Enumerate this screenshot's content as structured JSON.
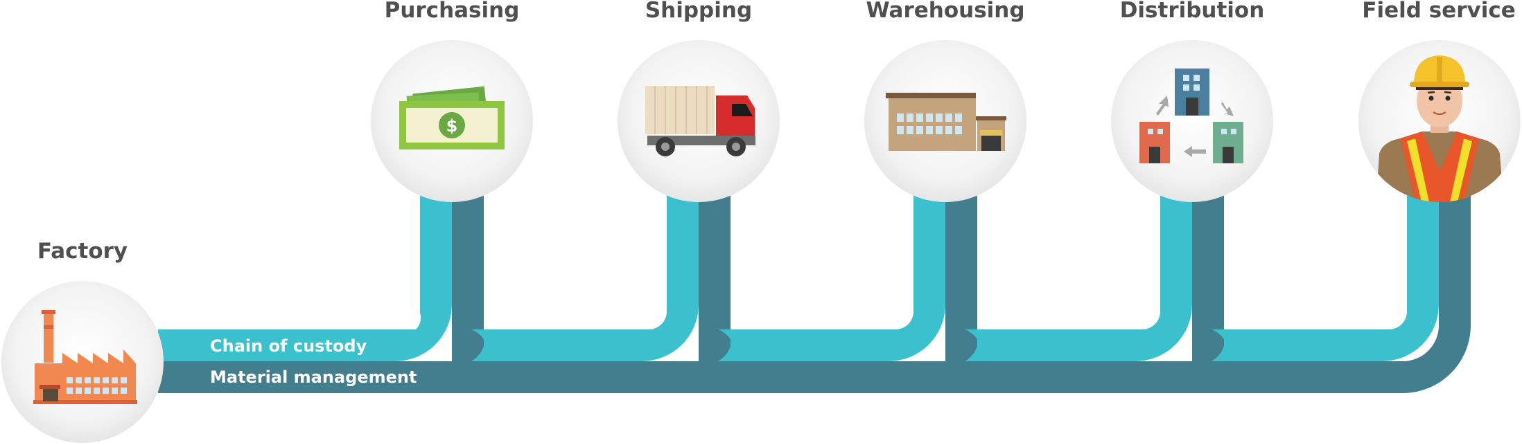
{
  "colors": {
    "chain_of_custody": "#3bc1cd",
    "material_management": "#427e8e",
    "node_circle": "#f2f2f2",
    "label_text": "#4f4f4f"
  },
  "lanes": {
    "chain_of_custody": "Chain of custody",
    "material_management": "Material management"
  },
  "stages": [
    {
      "label": "Factory",
      "icon": "factory-icon"
    },
    {
      "label": "Purchasing",
      "icon": "money-icon"
    },
    {
      "label": "Shipping",
      "icon": "truck-icon"
    },
    {
      "label": "Warehousing",
      "icon": "warehouse-icon"
    },
    {
      "label": "Distribution",
      "icon": "distribution-buildings-icon"
    },
    {
      "label": "Field service",
      "icon": "field-worker-icon"
    }
  ]
}
